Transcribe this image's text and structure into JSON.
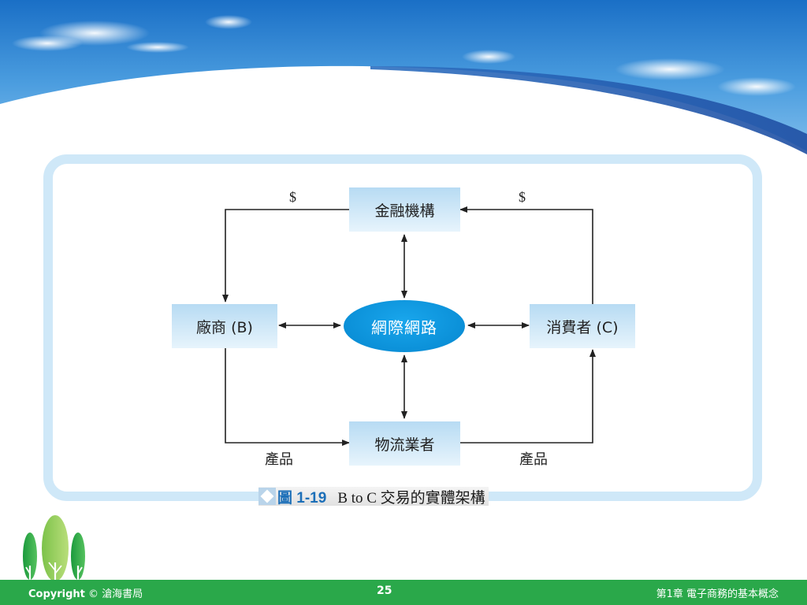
{
  "slide": {
    "nodes": {
      "bank": "金融機構",
      "business": "廠商 (B)",
      "internet": "網際網路",
      "consumer": "消費者 (C)",
      "logistics": "物流業者"
    },
    "edge_labels": {
      "left_money": "$",
      "right_money": "$",
      "left_product": "產品",
      "right_product": "產品"
    },
    "caption": {
      "figure_number": "圖 1-19",
      "title": "B to C 交易的實體架構"
    }
  },
  "footer": {
    "copyright_word": "Copyright",
    "copyright_rest": "© 滄海書局",
    "page_number": "25",
    "chapter": "第1章 電子商務的基本概念"
  },
  "colors": {
    "footer_green": "#2aa84a",
    "frame_blue": "#cfe8f8",
    "internet_blue": "#0b90d8",
    "caption_blue": "#1c6fb8"
  }
}
